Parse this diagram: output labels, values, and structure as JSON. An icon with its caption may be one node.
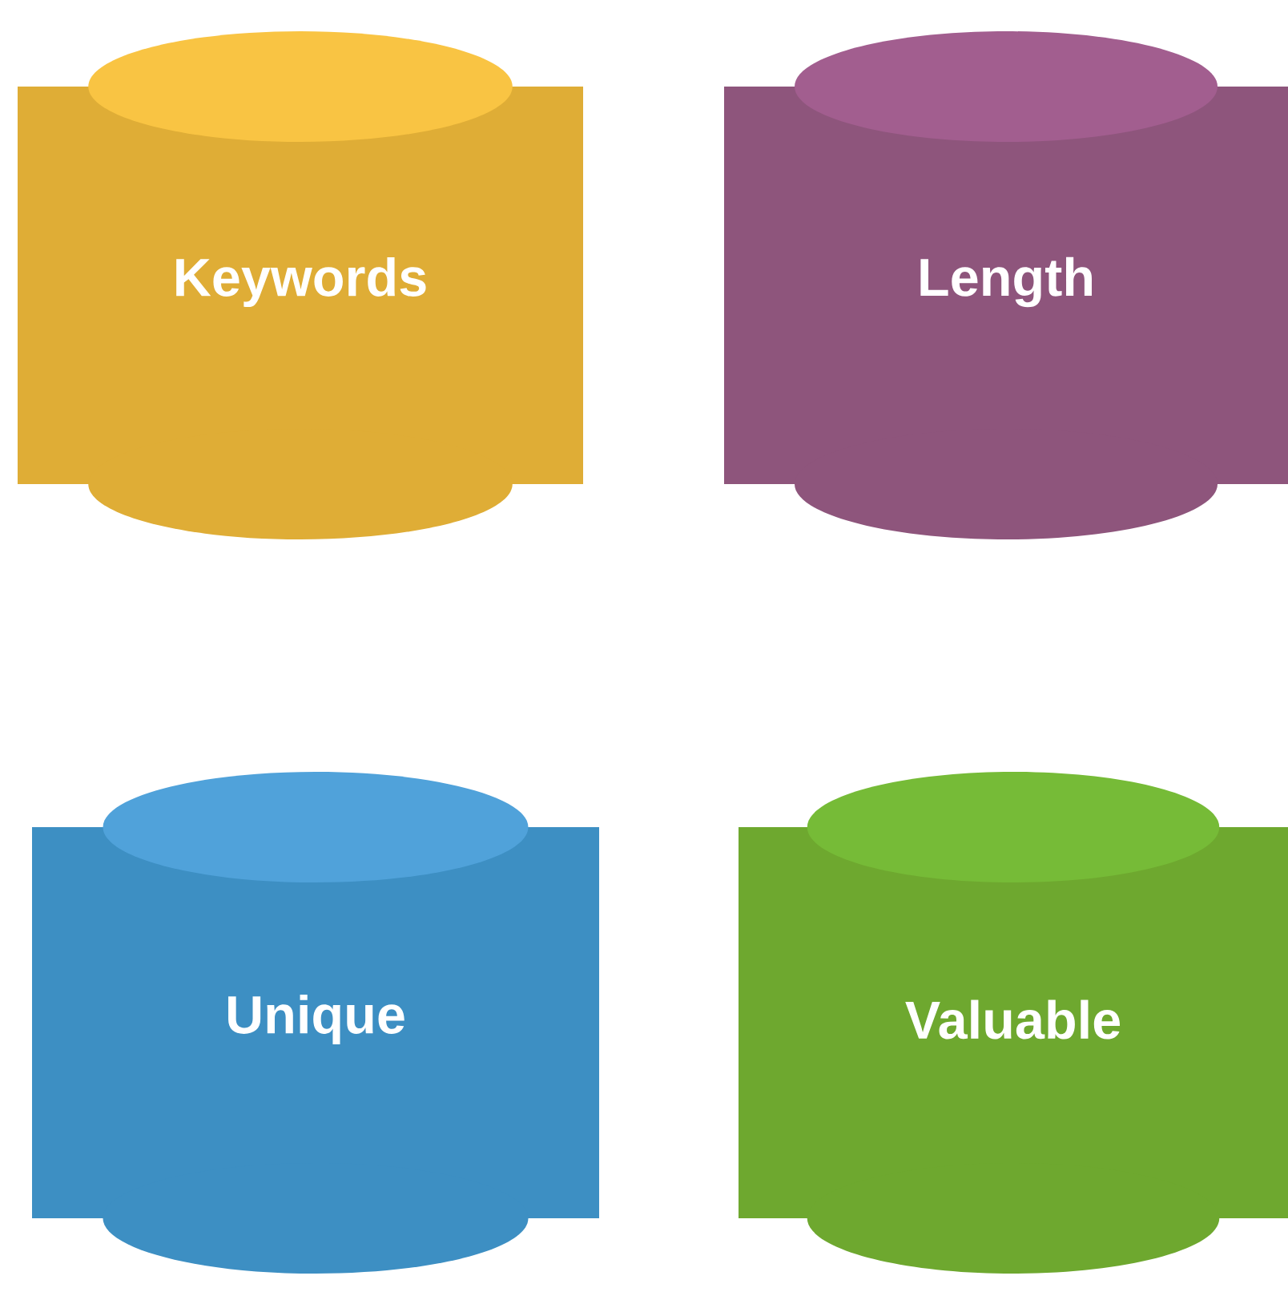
{
  "diagram": {
    "nodes": [
      {
        "text": [
          "Keywords"
        ]
      },
      {
        "text": [
          "Length"
        ]
      },
      {
        "text": [
          "Unique"
        ]
      },
      {
        "text": [
          "Valuable"
        ]
      }
    ]
  }
}
